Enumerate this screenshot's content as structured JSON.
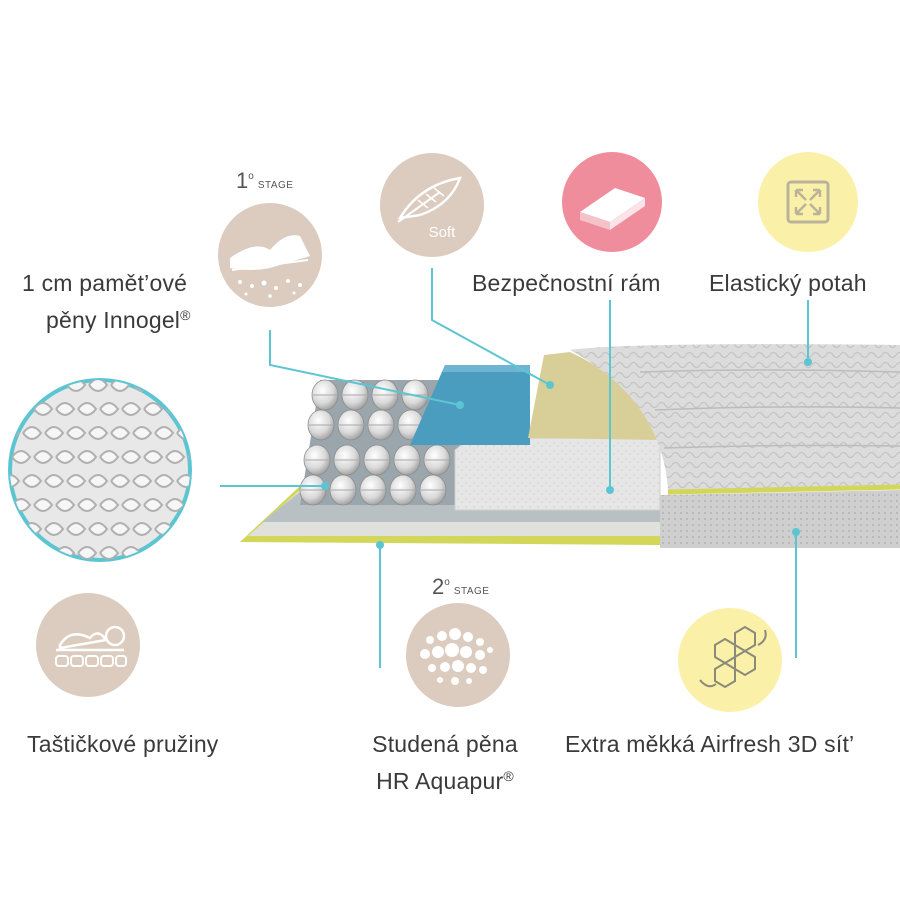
{
  "colors": {
    "beige_circle": "#dcccbf",
    "pink_circle": "#f08d9c",
    "yellow_circle": "#fbf0a8",
    "leader_line": "#5cc5d2",
    "memory_foam": "#4a9dbf",
    "soft_layer": "#d8cf98",
    "yellow_edge": "#d2d75a",
    "cover_grey": "#d6d6d6"
  },
  "stage1": {
    "number": "1",
    "ordinal": "o",
    "word": "STAGE"
  },
  "stage2": {
    "number": "2",
    "ordinal": "o",
    "word": "STAGE"
  },
  "labels": {
    "memory_foam_line1": "1 cm pamět’ové",
    "memory_foam_line2": "pěny Innogel",
    "memory_foam_reg": "®",
    "soft_badge": "Soft",
    "safety_frame": "Bezpečnostní rám",
    "elastic_cover": "Elastický potah",
    "pocket_springs": "Taštičkové pružiny",
    "cold_foam_line1": "Studená pěna",
    "cold_foam_line2": "HR Aquapur",
    "cold_foam_reg": "®",
    "airfresh_mesh": "Extra měkká Airfresh 3D sít’"
  },
  "icons": {
    "stage1": "memory-foam-icon",
    "soft": "feather-icon",
    "frame": "frame-block-icon",
    "cover": "stretch-arrows-icon",
    "springs": "sleeping-person-icon",
    "cold_foam": "bubbles-icon",
    "mesh": "honeycomb-icon"
  }
}
